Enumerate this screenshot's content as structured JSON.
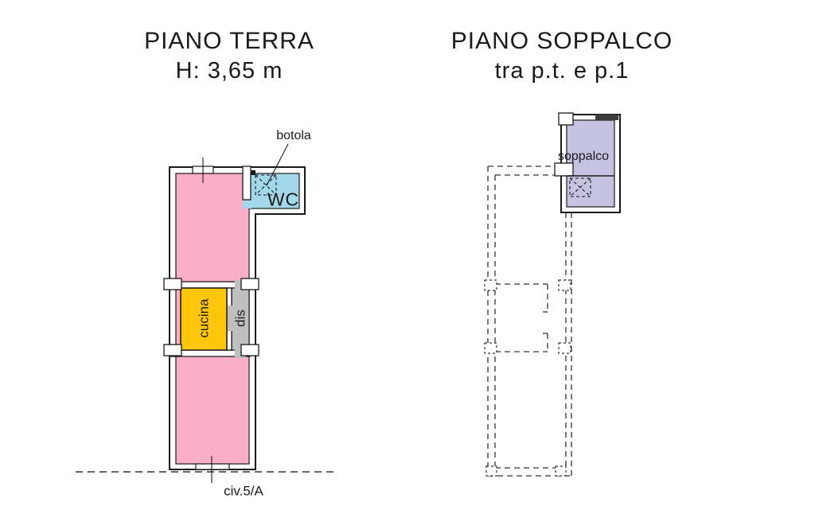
{
  "left_plan": {
    "title": "PIANO TERRA",
    "subtitle": "H: 3,65 m",
    "labels": {
      "botola": "botola",
      "wc": "WC",
      "cucina": "cucina",
      "dis": "dis",
      "civic": "civ.5/A"
    }
  },
  "right_plan": {
    "title": "PIANO SOPPALCO",
    "subtitle": "tra p.t. e p.1",
    "labels": {
      "soppalco": "soppalco"
    }
  },
  "colors": {
    "room_pink": "#FBAEC8",
    "kitchen_yellow": "#FDC608",
    "wc_cyan": "#A2D8EA",
    "mezzanine_purple": "#C6C2E2",
    "hallway_gray": "#BFBFBF",
    "wall_outline": "#1A1A1A",
    "dashed_line": "#333333",
    "lintel_dark": "#3D3D3D",
    "background": "#FFFFFF"
  }
}
